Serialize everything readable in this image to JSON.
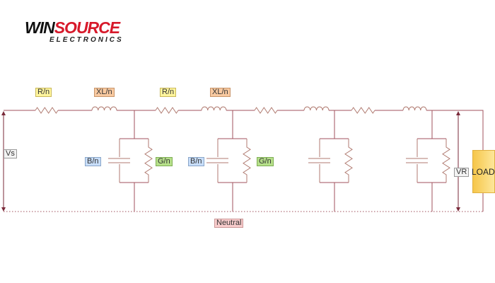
{
  "logo": {
    "brand_part1": "WIN",
    "brand_part2": "SOURCE",
    "subtitle": "ELECTRONICS"
  },
  "labels": {
    "series": [
      "R/n",
      "XL/n",
      "R/n",
      "XL/n"
    ],
    "shunt": [
      "B/n",
      "G/n",
      "B/n",
      "G/n"
    ],
    "vs": "Vs",
    "vr": "VR",
    "load": "LOAD",
    "neutral": "Neutral"
  },
  "colors": {
    "wire": "#a0525e",
    "component": "#b07a70",
    "brand_red": "#d7192a"
  }
}
